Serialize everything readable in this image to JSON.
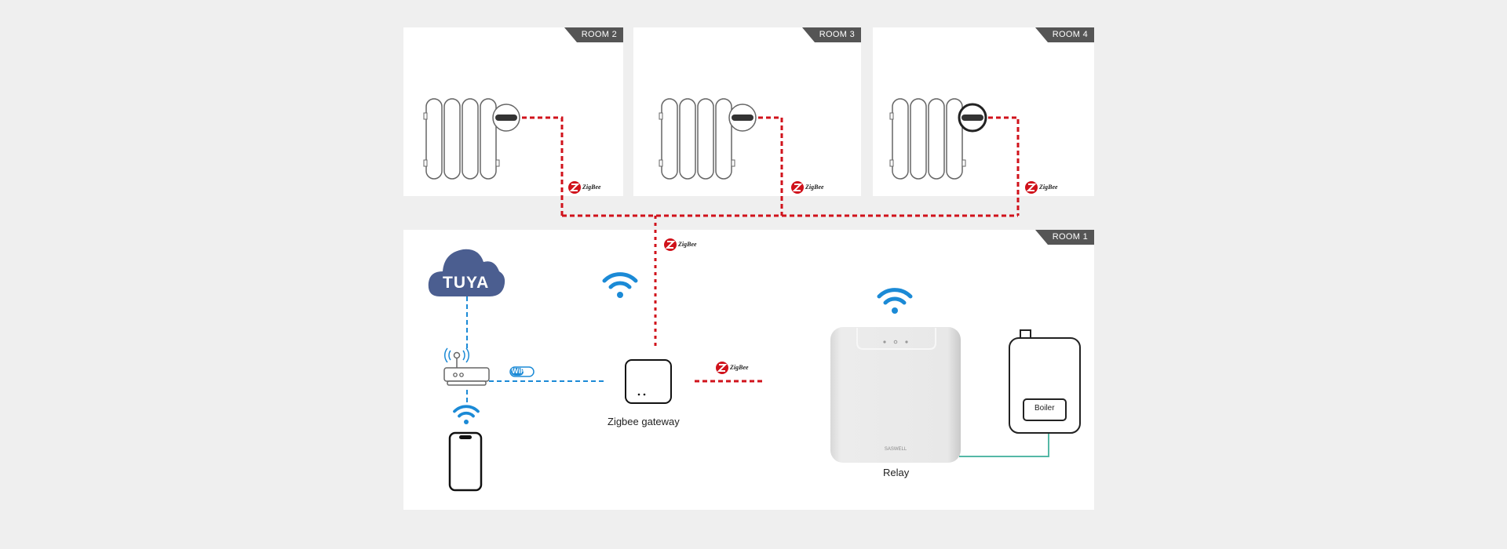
{
  "rooms": [
    {
      "id": "room2",
      "label": "ROOM 2"
    },
    {
      "id": "room3",
      "label": "ROOM 3"
    },
    {
      "id": "room4",
      "label": "ROOM 4"
    },
    {
      "id": "room1",
      "label": "ROOM 1"
    }
  ],
  "devices": {
    "cloud": {
      "label": "TUYA"
    },
    "wifi_badge": {
      "label": "WiFi"
    },
    "gateway": {
      "label": "Zigbee gateway"
    },
    "relay": {
      "label": "Relay",
      "brand": "SASWELL"
    },
    "boiler": {
      "label": "Boiler"
    }
  },
  "protocol_badges": {
    "zigbee": "ZigBee"
  },
  "colors": {
    "zigbee_line": "#d0121b",
    "wifi_line": "#1b8ad6",
    "wired_line": "#55b8a6",
    "cloud_fill": "#4b5e90",
    "tag_fill": "#555555"
  }
}
